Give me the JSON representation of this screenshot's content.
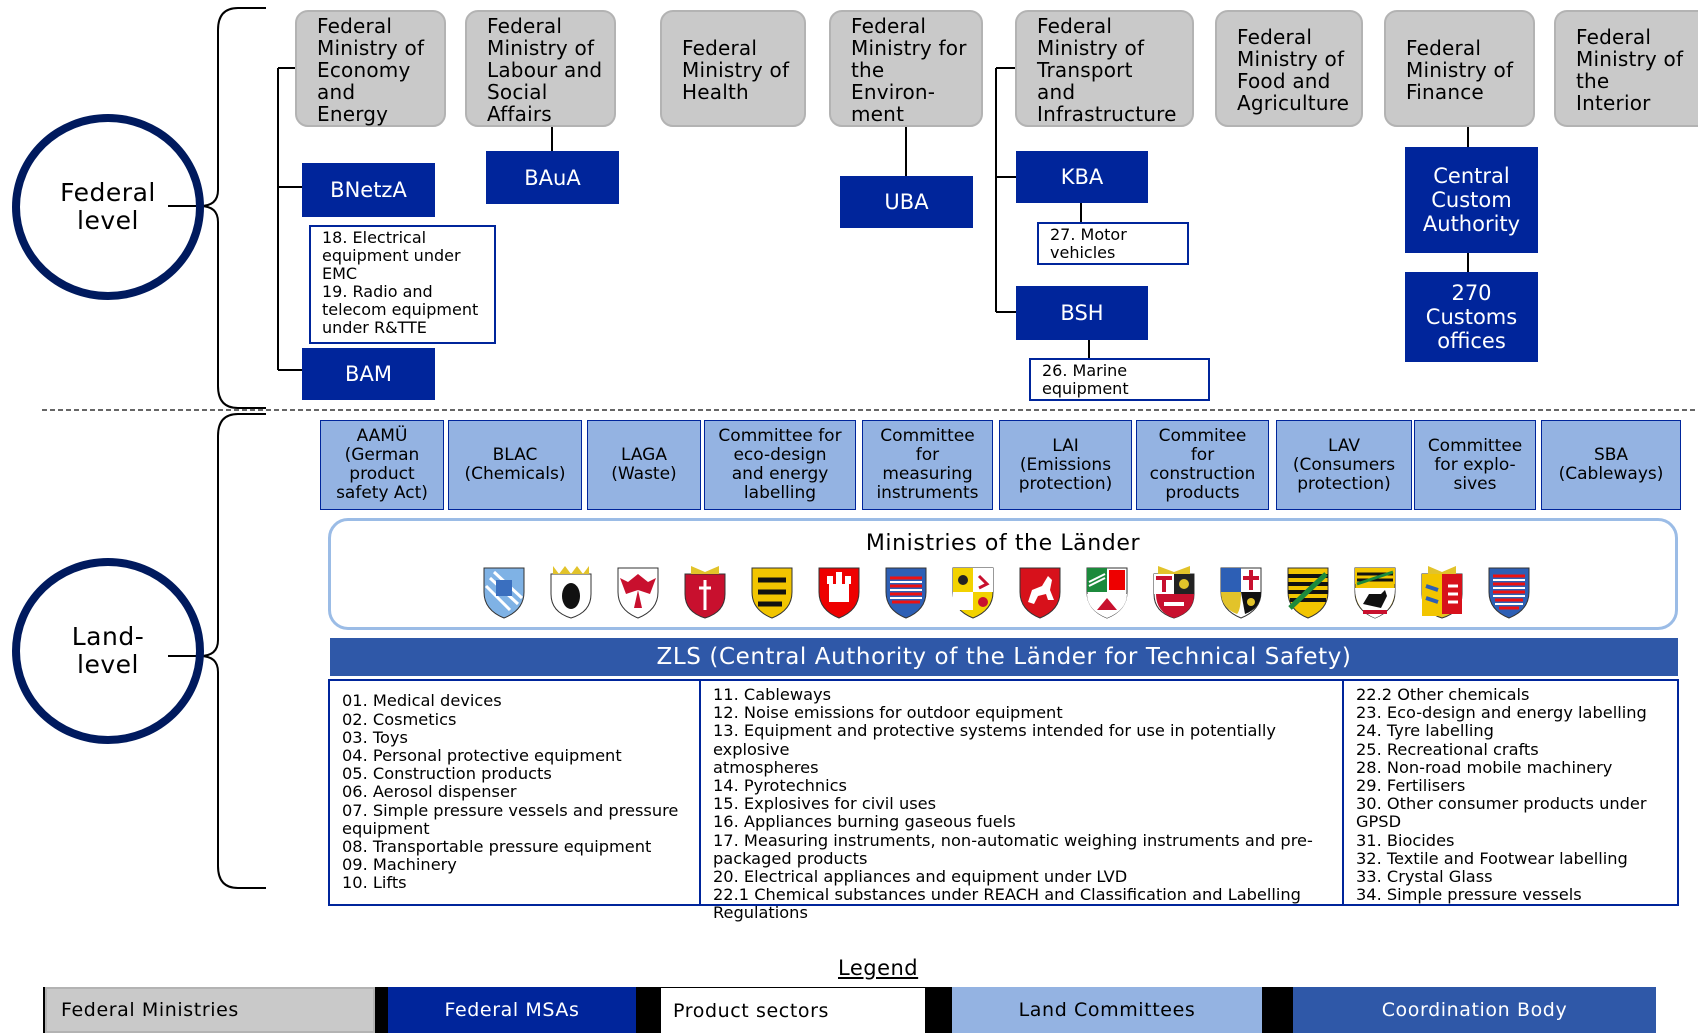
{
  "levels": {
    "federal": "Federal\nlevel",
    "land": "Land-\nlevel"
  },
  "ministries": [
    "Federal\nMinistry of\nEconomy\nand\nEnergy",
    "Federal\nMinistry of\nLabour and\nSocial Affairs",
    "Federal\nMinistry of\nHealth",
    "Federal\nMinistry for\nthe\nEnviron-\nment",
    "Federal\nMinistry of\nTransport\nand\nInfrastructure",
    "Federal\nMinistry of\nFood and\nAgriculture",
    "Federal\nMinistry of\nFinance",
    "Federal\nMinistry of\nthe\nInterior"
  ],
  "msas": {
    "bnetza": "BNetzA",
    "bam": "BAM",
    "bauа": "BAuA",
    "baua": "BAuA",
    "uba": "UBA",
    "kba": "KBA",
    "bsh": "BSH",
    "central_custom": "Central\nCustom\nAuthority",
    "customs_offices": "270\nCustoms\noffices"
  },
  "sectors": {
    "bnetza": "18. Electrical\nequipment under\nEMC\n19. Radio and\ntelecom equipment\nunder R&TTE",
    "kba": "27. Motor\nvehicles",
    "bsh": "26. Marine\nequipment"
  },
  "committees": [
    "AAMÜ\n(German\nproduct\nsafety Act)",
    "BLAC\n(Chemicals)",
    "LAGA\n(Waste)",
    "Committee for\neco-design\nand energy\nlabelling",
    "Committee\nfor\nmeasuring\ninstruments",
    "LAI\n(Emissions\nprotection)",
    "Commitee\nfor\nconstruction\nproducts",
    "LAV\n(Consumers\nprotection)",
    "Committee\nfor explo-\nsives",
    "SBA\n(Cableways)"
  ],
  "laender": {
    "title": "Ministries of the Länder",
    "crests": [
      "bavaria-crest",
      "berlin-crest",
      "brandenburg-crest",
      "bremen-crest",
      "baden-wuerttemberg-crest",
      "hamburg-crest",
      "hesse-crest",
      "mecklenburg-crest",
      "lower-saxony-crest",
      "nrw-crest",
      "rhineland-palatinate-crest",
      "saarland-crest",
      "saxony-crest",
      "saxony-anhalt-crest",
      "schleswig-holstein-crest",
      "thuringia-crest"
    ]
  },
  "zls": "ZLS (Central Authority of the Länder for Technical Safety)",
  "land_sectors": {
    "col1": [
      "01. Medical devices",
      "02. Cosmetics",
      "03. Toys",
      "04. Personal protective equipment",
      "05. Construction products",
      "06. Aerosol dispenser",
      "07. Simple pressure vessels and pressure\nequipment",
      "08. Transportable pressure equipment",
      "09. Machinery",
      "10. Lifts"
    ],
    "col2": [
      "11. Cableways",
      "12. Noise emissions for outdoor equipment",
      "13. Equipment and protective systems intended for use in potentially explosive\natmospheres",
      "14. Pyrotechnics",
      "15. Explosives for civil uses",
      "16. Appliances burning gaseous fuels",
      "17. Measuring instruments, non-automatic weighing instruments and pre-\npackaged products",
      "20. Electrical appliances and equipment under LVD",
      "22.1 Chemical substances under REACH and Classification and Labelling\nRegulations"
    ],
    "col3": [
      "22.2 Other chemicals",
      "23. Eco-design and energy labelling",
      "24. Tyre labelling",
      "25. Recreational crafts",
      "28. Non-road mobile machinery",
      "29. Fertilisers",
      "30. Other consumer products under\nGPSD",
      "31. Biocides",
      "32. Textile and Footwear labelling",
      "33. Crystal Glass",
      "34. Simple pressure vessels"
    ]
  },
  "legend": {
    "title": "Legend",
    "items": [
      "Federal Ministries",
      "Federal MSAs",
      "Product sectors",
      "Land Committees",
      "Coordination Body"
    ],
    "colors": [
      "#c9c9c9",
      "#00259b",
      "#ffffff",
      "#94b3e2",
      "#2f58a8"
    ]
  }
}
